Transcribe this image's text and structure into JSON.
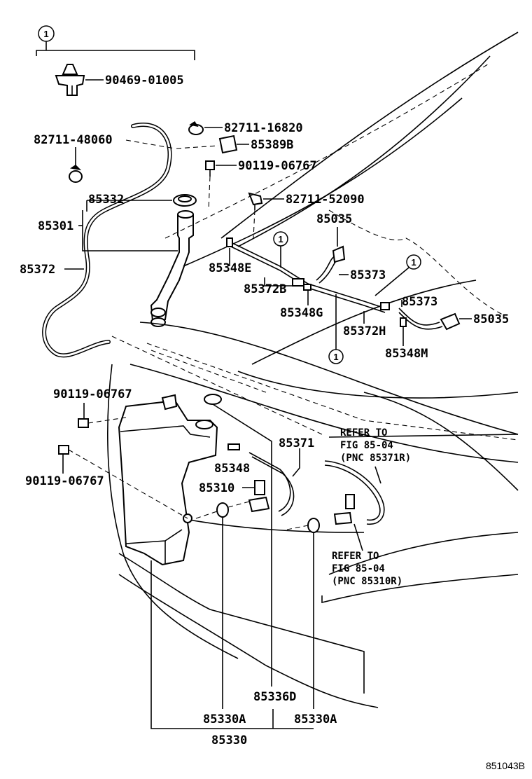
{
  "callout_symbol": "1",
  "labels": {
    "p90469_01005": "90469-01005",
    "p82711_16820": "82711-16820",
    "p82711_48060": "82711-48060",
    "p85389B": "85389B",
    "p90119_06767_top": "90119-06767",
    "p85332": "85332",
    "p82711_52090": "82711-52090",
    "p85301": "85301",
    "p85035_top": "85035",
    "p85372": "85372",
    "p85348E": "85348E",
    "p85373_a": "85373",
    "p85372B": "85372B",
    "p85348G": "85348G",
    "p85373_b": "85373",
    "p85035_right": "85035",
    "p85372H": "85372H",
    "p85348M": "85348M",
    "p90119_06767_mid": "90119-06767",
    "p85371": "85371",
    "p85348": "85348",
    "p85310": "85310",
    "p90119_06767_low": "90119-06767",
    "p85336D": "85336D",
    "p85330A_left": "85330A",
    "p85330A_right": "85330A",
    "p85330": "85330"
  },
  "refer_1": {
    "line1": "REFER TO",
    "line2": "FIG 85-04",
    "line3": "(PNC 85371R)"
  },
  "refer_2": {
    "line1": "REFER TO",
    "line2": "FIG 85-04",
    "line3": "(PNC 85310R)"
  },
  "figure_code": "851043B"
}
